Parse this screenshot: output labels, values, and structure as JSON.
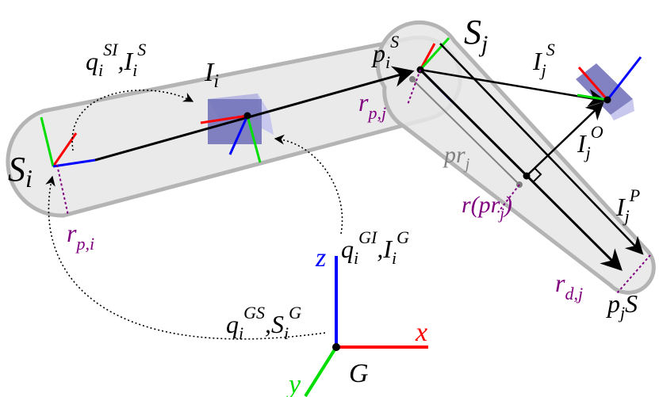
{
  "diagram": {
    "colors": {
      "axis_x": "#ff0000",
      "axis_y": "#00dd00",
      "axis_z": "#0000ff",
      "purple": "#800080",
      "gray": "#808080",
      "segment_fill": "#e6e6e6",
      "segment_stroke": "#b4b4b4",
      "imu_box": "#7070b8"
    },
    "labels": {
      "Si": {
        "base": "S",
        "sub": "i"
      },
      "Sj": {
        "base": "S",
        "sub": "j"
      },
      "Ii": {
        "base": "I",
        "sub": "i"
      },
      "piS": {
        "base": "p",
        "sub": "i",
        "sup": "S"
      },
      "qSI": {
        "base": "q",
        "sub": "i",
        "sup": "SI",
        "sep": ",",
        "base2": "I",
        "sub2": "i",
        "sup2": "S"
      },
      "qGI": {
        "base": "q",
        "sub": "i",
        "sup": "GI",
        "sep": ",",
        "base2": "I",
        "sub2": "i",
        "sup2": "G"
      },
      "qGS": {
        "base": "q",
        "sub": "i",
        "sup": "GS",
        "sep": ",",
        "base2": "S",
        "sub2": "i",
        "sup2": "G"
      },
      "IjS": {
        "base": "I",
        "sub": "j",
        "sup": "S"
      },
      "IjO": {
        "base": "I",
        "sub": "j",
        "sup": "O"
      },
      "IjP": {
        "base": "I",
        "sub": "j",
        "sup": "P"
      },
      "rpj": {
        "base": "r",
        "sub": "p,j"
      },
      "rpi": {
        "base": "r",
        "sub": "p,i"
      },
      "prj": {
        "base": "pr",
        "sub": "j"
      },
      "rprj": {
        "base": "r(pr",
        "sub": "j",
        "tail": ")"
      },
      "rdj": {
        "base": "r",
        "sub": "d,j"
      },
      "pjS": {
        "base": "p",
        "sub": "j",
        "tail": "S"
      },
      "x": "x",
      "y": "y",
      "z": "z",
      "G": "G"
    }
  }
}
